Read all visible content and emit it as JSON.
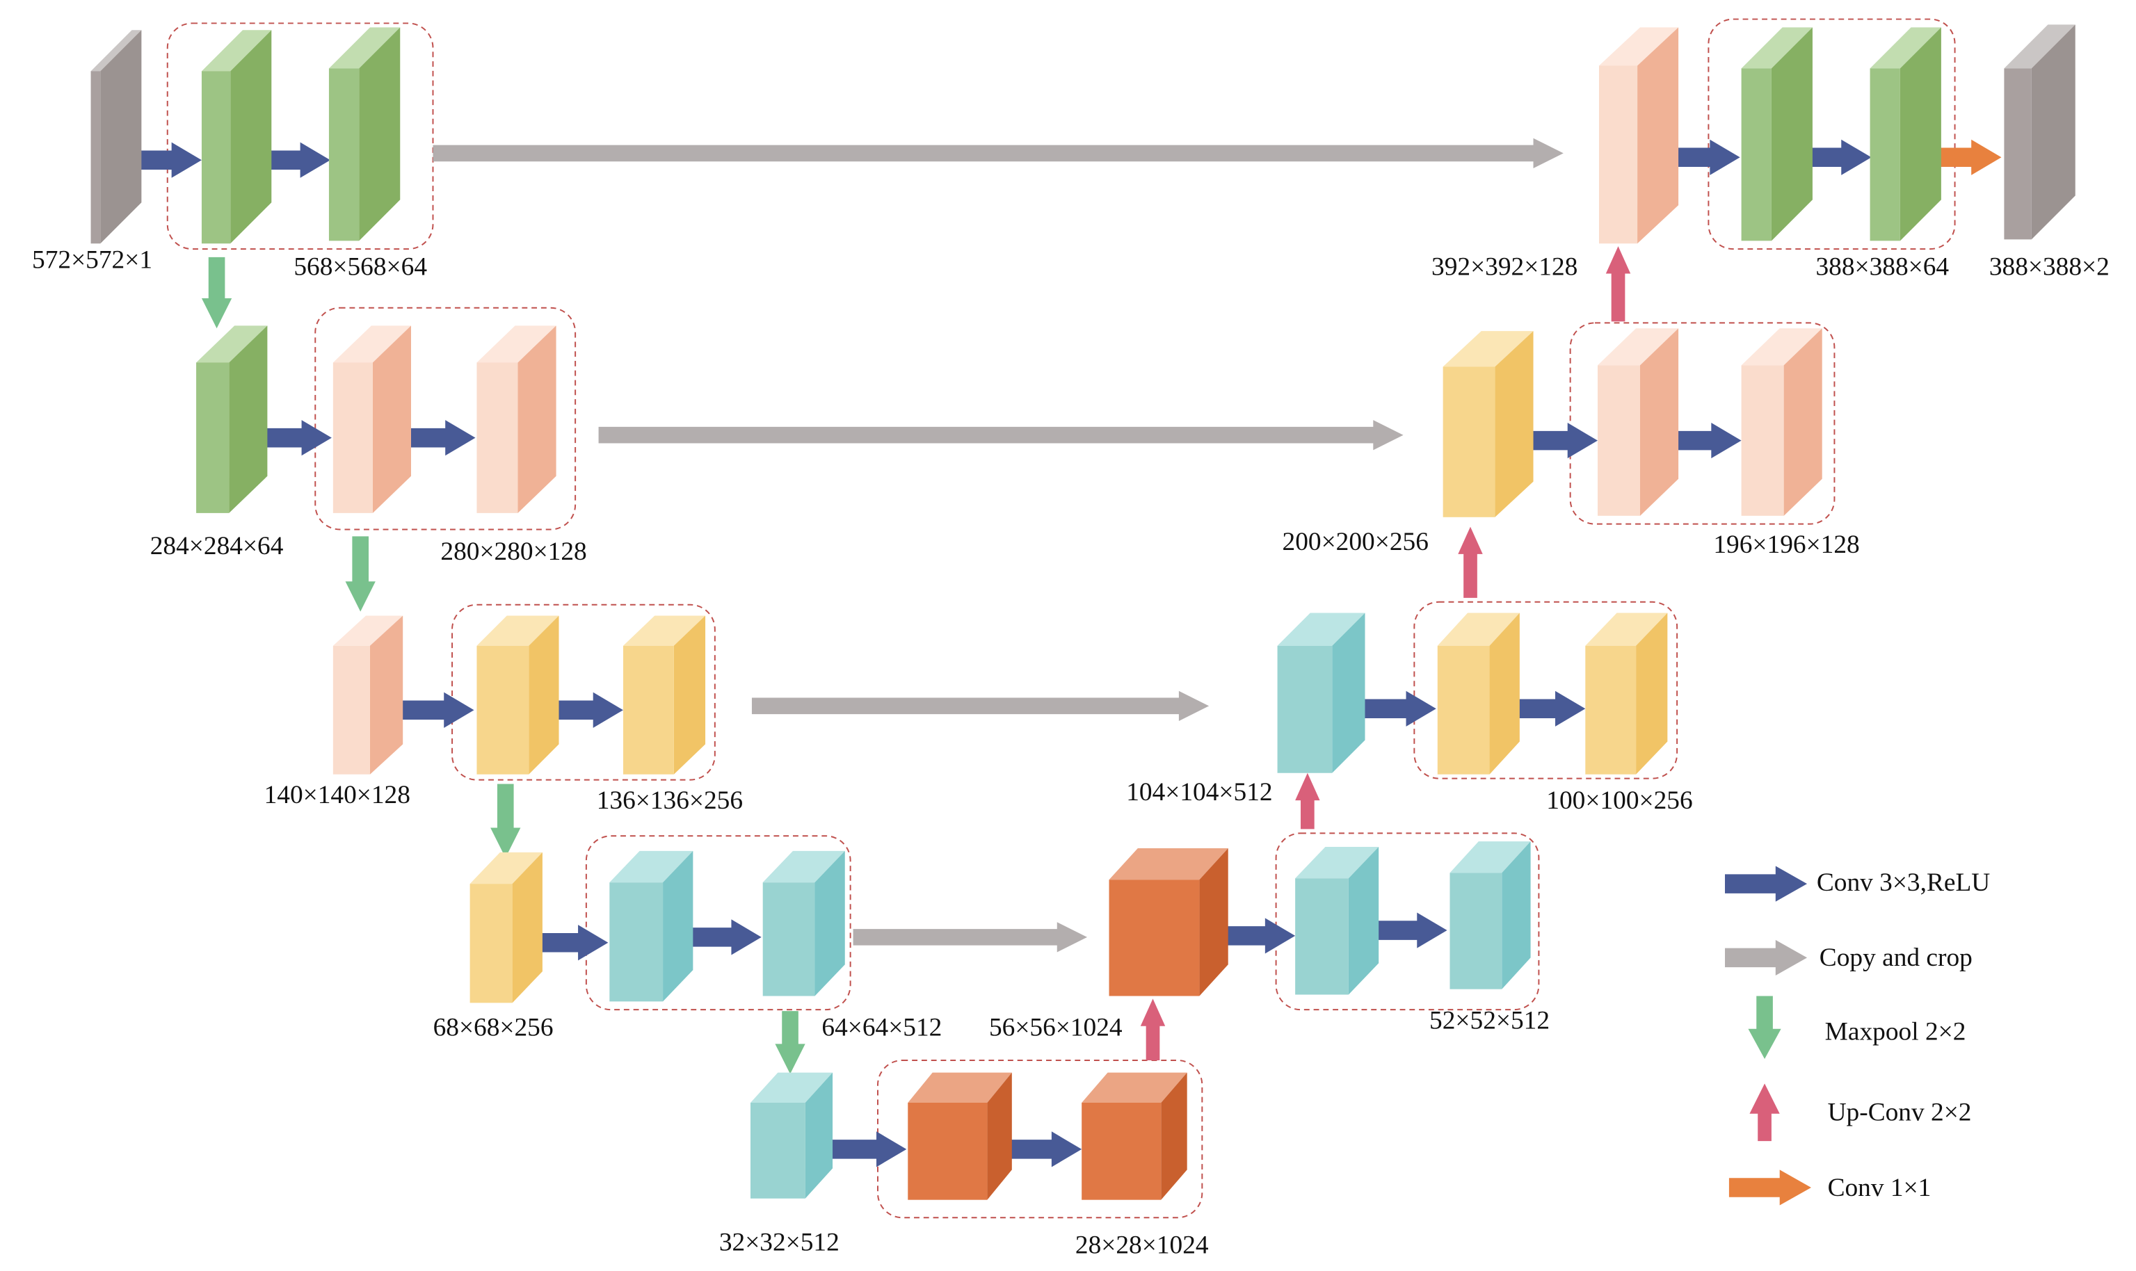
{
  "diagram": {
    "tensor_labels": {
      "input": "572×572×1",
      "enc1": "568×568×64",
      "pool1": "284×284×64",
      "enc2": "280×280×128",
      "pool2": "140×140×128",
      "enc3": "136×136×256",
      "pool3": "68×68×256",
      "enc4": "64×64×512",
      "pool4": "32×32×512",
      "bottleneck": "28×28×1024",
      "up4": "56×56×1024",
      "dec4": "52×52×512",
      "up3": "104×104×512",
      "dec3": "100×100×256",
      "up2": "200×200×256",
      "dec2": "196×196×128",
      "up1": "392×392×128",
      "dec1": "388×388×64",
      "output": "388×388×2"
    },
    "legend": [
      {
        "label": "Conv 3×3,ReLU",
        "icon": "arrow-right",
        "color": "#485a96"
      },
      {
        "label": "Copy and crop",
        "icon": "arrow-right",
        "color": "#b3aeae"
      },
      {
        "label": "Maxpool 2×2",
        "icon": "arrow-down",
        "color": "#79c18d"
      },
      {
        "label": "Up-Conv 2×2",
        "icon": "arrow-up",
        "color": "#d9607a"
      },
      {
        "label": "Conv 1×1",
        "icon": "arrow-right",
        "color": "#e8813e"
      }
    ],
    "block_colors": {
      "gray": "#a9a09f",
      "green": "#9dc484",
      "peach": "#fadccc",
      "yellow": "#f7d68c",
      "cyan": "#99d3d1",
      "orange": "#e07845"
    },
    "group_border_color": "#c0504d"
  }
}
